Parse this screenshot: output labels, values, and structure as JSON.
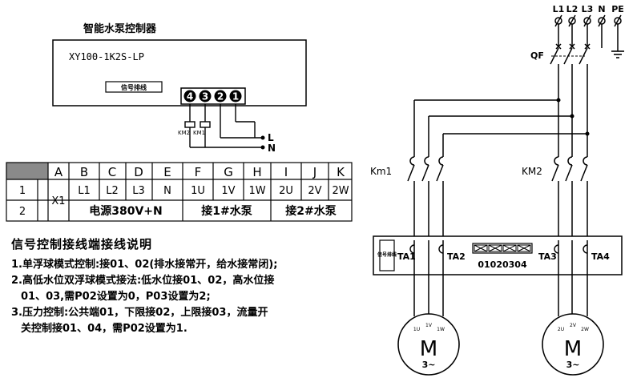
{
  "controller": {
    "title": "智能水泵控制器",
    "model": "XY100-1K2S-LP",
    "signal_label": "信号排线",
    "terminals": [
      "4",
      "3",
      "2",
      "1"
    ],
    "relay_labels": [
      "KM2",
      "KM1"
    ],
    "lines": [
      "L",
      "N"
    ]
  },
  "table": {
    "columns": [
      "",
      "A",
      "B",
      "C",
      "D",
      "E",
      "F",
      "G",
      "H",
      "I",
      "J",
      "K"
    ],
    "row1": [
      "1",
      "X1",
      "L1",
      "L2",
      "L3",
      "N",
      "1U",
      "1V",
      "1W",
      "2U",
      "2V",
      "2W"
    ],
    "row2": [
      "2",
      "电源380V+N",
      "接1#水泵",
      "接2#水泵"
    ]
  },
  "notes": {
    "title": "信号控制接线端接线说明",
    "items": [
      "1.单浮球模式控制:接01、02(排水接常开，给水接常闭);",
      "2.高低水位双浮球模式接法:低水位接01、02，高水位接",
      "01、03,需P02设置为0，P03设置为2;",
      "3.压力控制:公共端01，下限接02，上限接03，流量开",
      "关控制接01、04，需P02设置为1."
    ]
  },
  "circuit": {
    "supply_labels": [
      "L1",
      "L2",
      "L3",
      "N",
      "PE"
    ],
    "breaker_label": "QF",
    "contactors": [
      "Km1",
      "KM2"
    ],
    "board_label": "信号排线",
    "current_transformers": [
      "TA1",
      "TA2",
      "TA3",
      "TA4"
    ],
    "connector_numbers": "01020304",
    "motors": [
      {
        "terminals": [
          "1U",
          "1V",
          "1W"
        ],
        "symbol": "M",
        "phase": "3~"
      },
      {
        "terminals": [
          "2U",
          "2V",
          "2W"
        ],
        "symbol": "M",
        "phase": "3~"
      }
    ]
  }
}
